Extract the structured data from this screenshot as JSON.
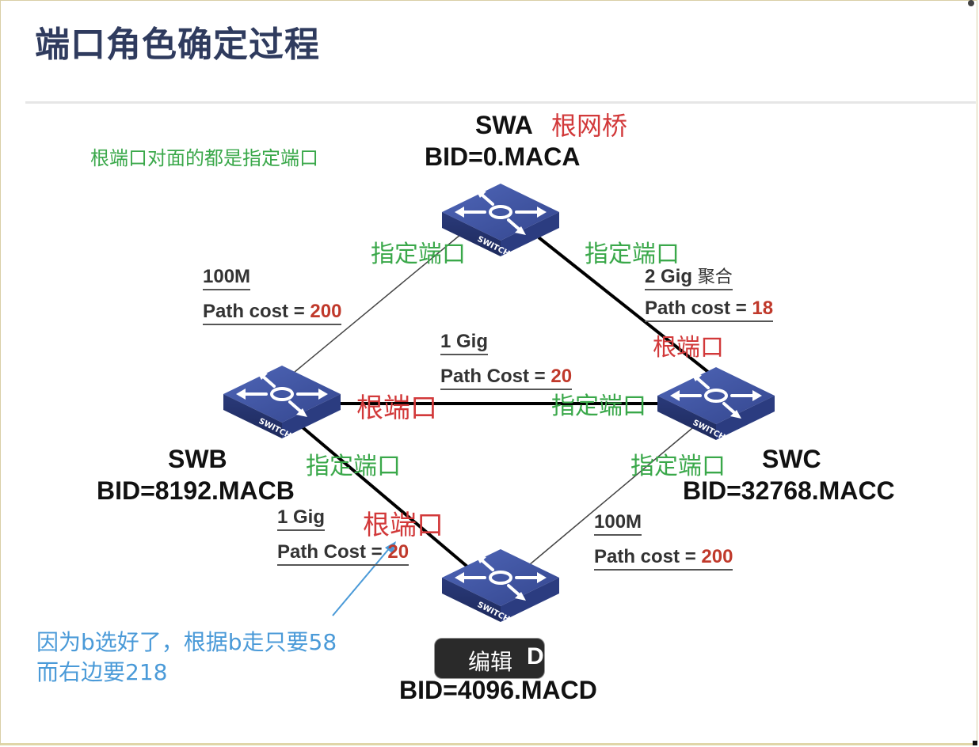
{
  "title": "端口角色确定过程",
  "note_green": "根端口对面的都是指定端口",
  "swa": {
    "name": "SWA",
    "bid": "BID=0.MACA",
    "role": "根网桥"
  },
  "swb": {
    "name": "SWB",
    "bid": "BID=8192.MACB"
  },
  "swc": {
    "name": "SWC",
    "bid": "BID=32768.MACC"
  },
  "swd": {
    "bid": "BID=4096.MACD"
  },
  "switch_icon_label": "SWITCH",
  "links": {
    "ab": {
      "speed": "100M",
      "cost_label": "Path cost = ",
      "cost_value": "200"
    },
    "ac": {
      "speed": "2 Gig",
      "speed_suffix": "聚合",
      "cost_label": "Path cost = ",
      "cost_value": "18"
    },
    "bc": {
      "speed": "1 Gig",
      "cost_label": "Path Cost  = ",
      "cost_value": "20"
    },
    "bd": {
      "speed": "1 Gig",
      "cost_label": "Path Cost  = ",
      "cost_value": "20"
    },
    "cd": {
      "speed": "100M",
      "cost_label": "Path cost = ",
      "cost_value": "200"
    }
  },
  "port_labels": {
    "designated": "指定端口",
    "root": "根端口"
  },
  "annotation": {
    "line1": "因为b选好了，根据b走只要58",
    "line2": "而右边要218"
  },
  "edit_button": {
    "label": "编辑",
    "ghost": "D"
  },
  "colors": {
    "title": "#2f3b5e",
    "designated": "#3aa84a",
    "root": "#d2393a",
    "annotation": "#4a9ad8",
    "switch": "#3b4e9c"
  }
}
